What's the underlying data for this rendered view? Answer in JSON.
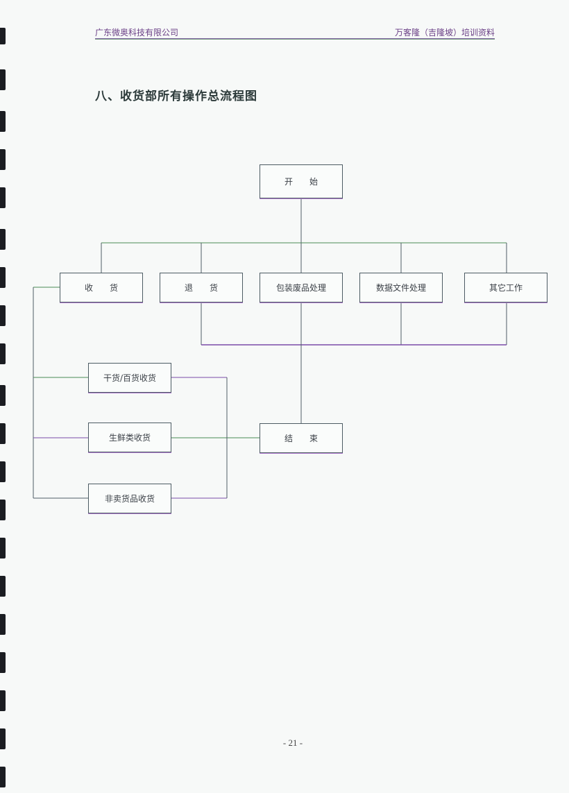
{
  "header": {
    "left": "广东微奥科技有限公司",
    "right": "万客隆（吉隆坡）培训资料"
  },
  "title": "八、收货部所有操作总流程图",
  "flowchart": {
    "start": "开　　始",
    "branches": [
      "收　　货",
      "退　　货",
      "包装废品处理",
      "数据文件处理",
      "其它工作"
    ],
    "receiving_types": [
      "干货/百货收货",
      "生鲜类收货",
      "非卖货品收货"
    ],
    "end": "结　　束"
  },
  "page_number": "- 21 -"
}
